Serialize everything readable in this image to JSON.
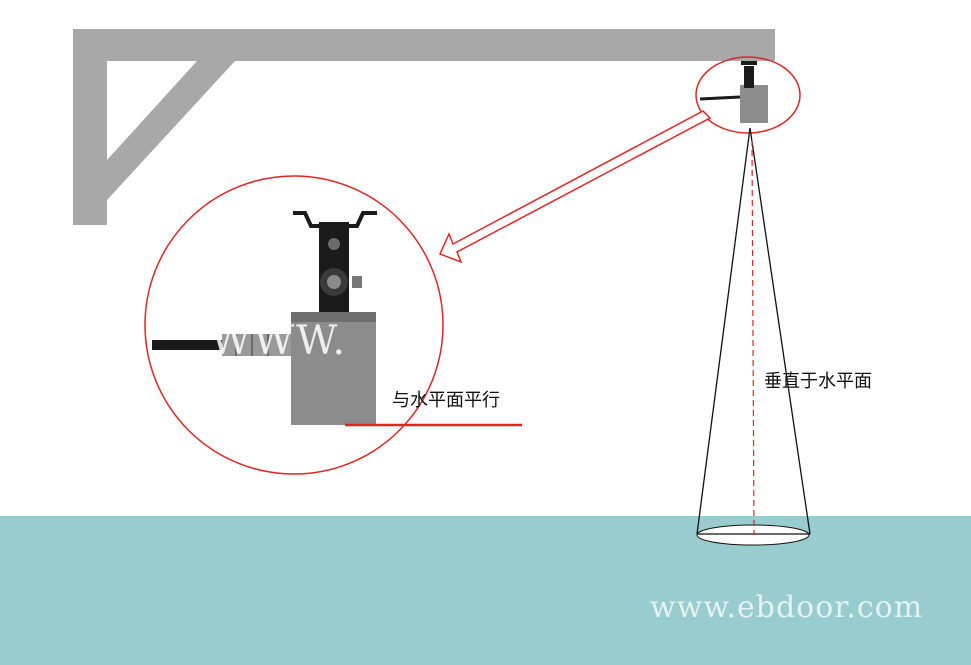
{
  "labels": {
    "parallel": "与水平面平行",
    "vertical": "垂直于水平面"
  },
  "watermarks": {
    "zoom": "WWW.",
    "site": "www.ebdoor.com"
  },
  "colors": {
    "bracket": "#a8a8a8",
    "highlight": "#e32424",
    "water": "#99ccce",
    "sensor_body": "#8c8c8c",
    "mount": "#1a1a1a"
  },
  "icons": [
    "sensor-icon",
    "zoom-arrow-icon"
  ]
}
